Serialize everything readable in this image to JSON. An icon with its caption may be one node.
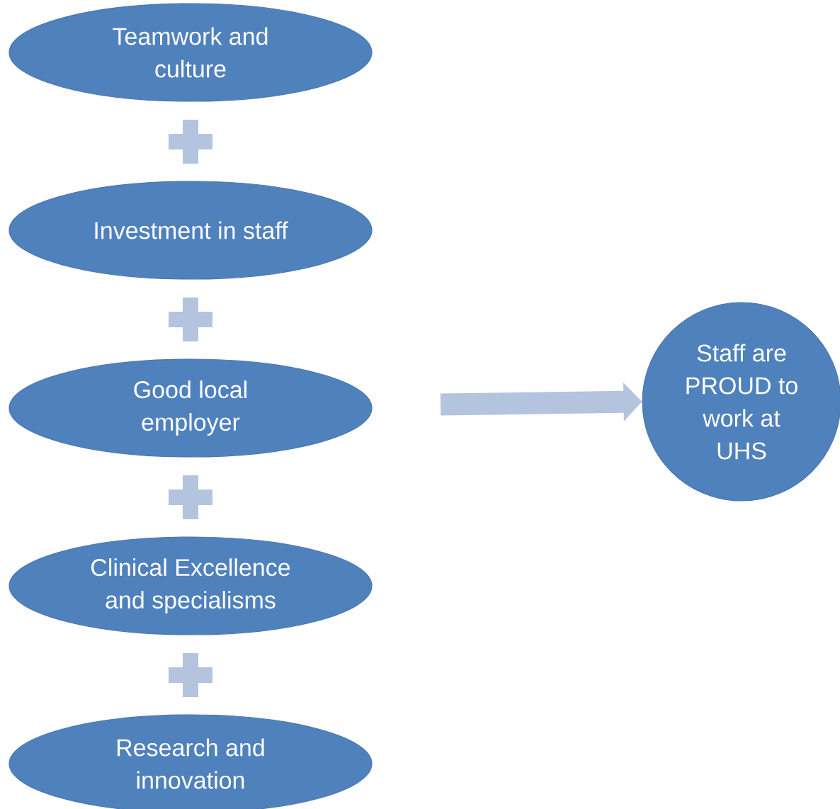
{
  "diagram": {
    "nodes": [
      {
        "text": [
          "Teamwork and culture"
        ]
      },
      {
        "text": [
          "Investment in staff"
        ]
      },
      {
        "text": [
          "Good local employer"
        ]
      },
      {
        "text": [
          "Clinical Excellence and specialisms"
        ]
      },
      {
        "text": [
          "Research and innovation"
        ]
      },
      {
        "text": [
          "Staff are PROUD to work at UHS"
        ]
      }
    ],
    "edges": [
      {
        "from": null,
        "to": 5,
        "arrow": "to"
      }
    ]
  }
}
